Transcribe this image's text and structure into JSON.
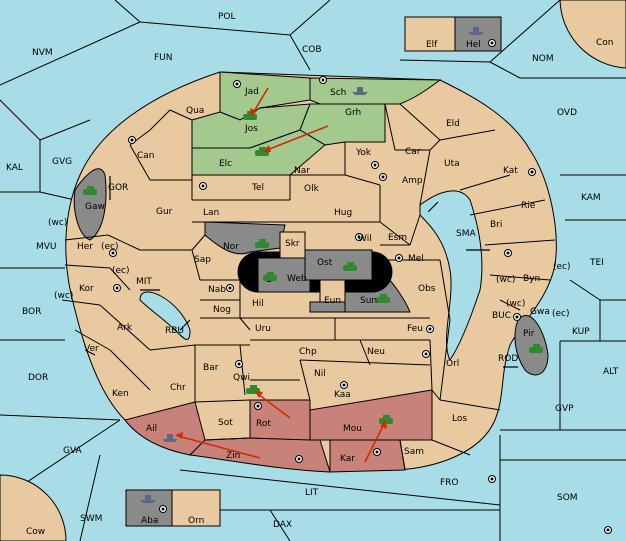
{
  "colors": {
    "sea": "#a8dde8",
    "land": "#e8c9a0",
    "green": "#a4c98e",
    "gray": "#8a8a8a",
    "red": "#c8827a",
    "arrow": "#d42a00",
    "unit_green": "#2f8a2f",
    "unit_gray": "#5a6a86"
  },
  "map_labels": {
    "pol": "POL",
    "nvm": "NVM",
    "fun": "FUN",
    "cob": "COB",
    "nom": "NOM",
    "ovd": "OVD",
    "kal": "KAL",
    "gvg": "GVG",
    "kam": "KAM",
    "mvu": "MVU",
    "bor": "BOR",
    "tei": "TEI",
    "dor": "DOR",
    "kup": "KUP",
    "alt": "ALT",
    "gvp": "GVP",
    "gva": "GVA",
    "fro": "FRO",
    "som": "SOM",
    "lit": "LIT",
    "swm": "SWM",
    "dax": "DAX",
    "con": "Con",
    "cow": "Cow",
    "elf": "Elf",
    "hel": "Hel",
    "aba": "Aba",
    "orn": "Orn",
    "jad": "Jad",
    "sch": "Sch",
    "qua": "Qua",
    "jos": "Jos",
    "grh": "Grh",
    "eld": "Eld",
    "can": "Can",
    "elc": "Elc",
    "nar": "Nar",
    "yok": "Yok",
    "car": "Car",
    "uta": "Uta",
    "kat": "Kat",
    "gor": "GOR",
    "gaw": "Gaw",
    "tel": "Tel",
    "olk": "Olk",
    "amp": "Amp",
    "gur": "Gur",
    "lan": "Lan",
    "hug": "Hug",
    "rie": "Rie",
    "wc1": "(wc)",
    "ec1": "(ec)",
    "her": "Her",
    "nor": "Nor",
    "skr": "Skr",
    "wil": "Wil",
    "esm": "Esm",
    "sma": "SMA",
    "bri": "Bri",
    "sap": "Sap",
    "ost": "Ost",
    "mel": "Mel",
    "ec2": "(ec)",
    "mit": "MIT",
    "web": "Web",
    "wc2": "(wc)",
    "byn": "Byn",
    "ec3": "(ec)",
    "kor": "Kor",
    "wc3": "(wc)",
    "nab": "Nab",
    "obs": "Obs",
    "eun": "Eun",
    "sun": "Sun",
    "wc4": "(wc)",
    "gwa": "Gwa",
    "ec4": "(ec)",
    "hil": "Hil",
    "nog": "Nog",
    "rbu": "RBU",
    "buc": "BUC",
    "uru": "Uru",
    "feu": "Feu",
    "pir": "Pir",
    "ark": "Ark",
    "chp": "Chp",
    "neu": "Neu",
    "ver": "Ver",
    "bar": "Bar",
    "qwi": "Qwi",
    "nil": "Nil",
    "orl": "Orl",
    "rod": "ROD",
    "chr": "Chr",
    "kaa": "Kaa",
    "ken": "Ken",
    "sot": "Sot",
    "rot": "Rot",
    "los": "Los",
    "mou": "Mou",
    "ail": "Ail",
    "zin": "Zin",
    "kar": "Kar",
    "sam": "Sam"
  }
}
